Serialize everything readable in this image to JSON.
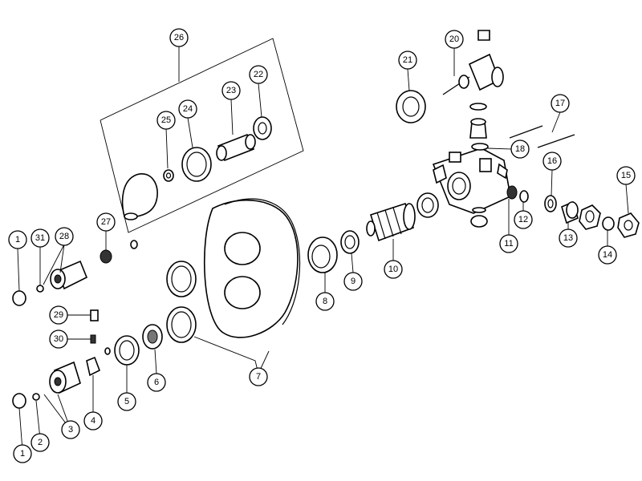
{
  "callouts": {
    "c1a": "1",
    "c1b": "1",
    "c2": "2",
    "c3": "3",
    "c4": "4",
    "c5": "5",
    "c6": "6",
    "c7": "7",
    "c8": "8",
    "c9": "9",
    "c10": "10",
    "c11": "11",
    "c12": "12",
    "c13": "13",
    "c14": "14",
    "c15": "15",
    "c16": "16",
    "c17": "17",
    "c18": "18",
    "c20": "20",
    "c21": "21",
    "c22": "22",
    "c23": "23",
    "c24": "24",
    "c25": "25",
    "c26": "26",
    "c27": "27",
    "c28": "28",
    "c29": "29",
    "c30": "30",
    "c31": "31"
  }
}
